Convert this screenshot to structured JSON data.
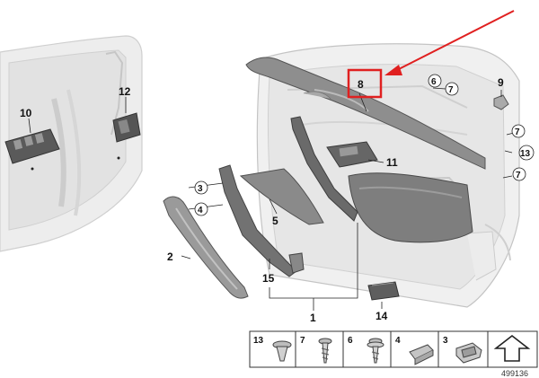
{
  "diagram": {
    "callouts": {
      "c1": "1",
      "c2": "2",
      "c3": "3",
      "c4": "4",
      "c5": "5",
      "c6": "6",
      "c7a": "7",
      "c7b": "7",
      "c7c": "7",
      "c8": "8",
      "c9": "9",
      "c10": "10",
      "c11": "11",
      "c12": "12",
      "c13": "13",
      "c14": "14",
      "c15": "15"
    },
    "legend": {
      "items": [
        {
          "num": "13",
          "icon": "push-clip-icon"
        },
        {
          "num": "7",
          "icon": "screw-icon"
        },
        {
          "num": "6",
          "icon": "flange-screw-icon"
        },
        {
          "num": "4",
          "icon": "bracket-clip-icon"
        },
        {
          "num": "3",
          "icon": "spring-clip-icon"
        },
        {
          "num": "",
          "icon": "up-arrow-icon"
        }
      ]
    },
    "doc_number": "499136",
    "highlight_color": "#e02020"
  }
}
